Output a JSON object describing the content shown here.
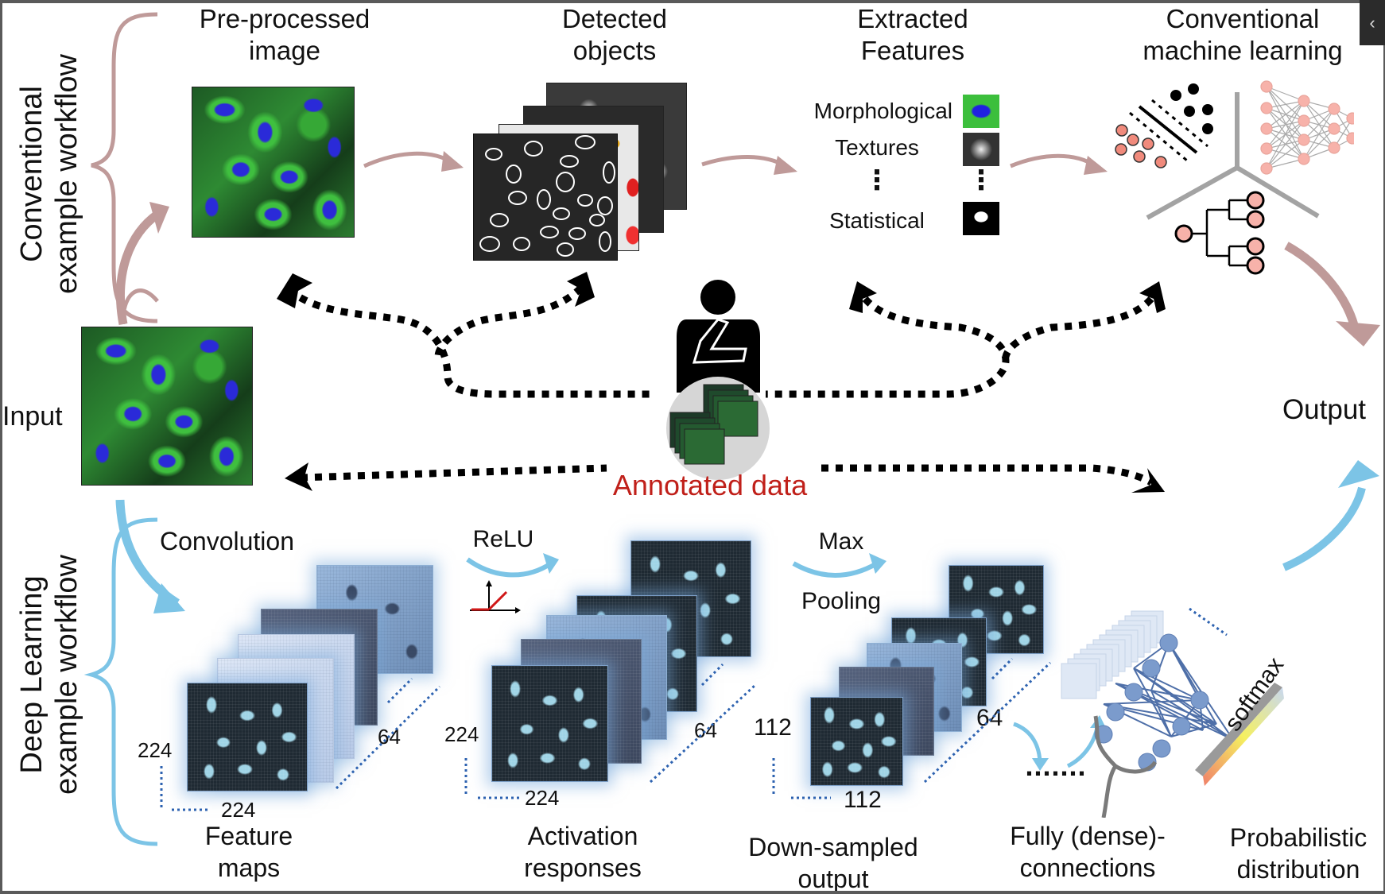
{
  "workflows": {
    "conventional_label": "Conventional example workflow",
    "conventional_label_lines": [
      "Conventional",
      "example workflow"
    ],
    "deep_label_lines": [
      "Deep Learning",
      "example workflow"
    ]
  },
  "conventional": {
    "stages": [
      {
        "title_lines": [
          "Pre-processed",
          "image"
        ]
      },
      {
        "title_lines": [
          "Detected",
          "objects"
        ]
      },
      {
        "title_lines": [
          "Extracted",
          "Features"
        ]
      },
      {
        "title_lines": [
          "Conventional",
          "machine learning"
        ]
      }
    ],
    "features": {
      "items": [
        "Morphological",
        "Textures",
        "Statistical"
      ],
      "ellipsis": "⋮"
    }
  },
  "center": {
    "input_label": "Input",
    "output_label": "Output",
    "annotated_label": "Annotated data",
    "annotated_color": "#c0201a"
  },
  "deep": {
    "convolution_label": "Convolution",
    "relu_label": "ReLU",
    "max_label": "Max",
    "pooling_label": "Pooling",
    "blocks": [
      {
        "title_lines": [
          "Feature",
          "maps"
        ],
        "height": "224",
        "width": "224",
        "depth": "64"
      },
      {
        "title_lines": [
          "Activation",
          "responses"
        ],
        "height": "224",
        "width": "224",
        "depth": "64"
      },
      {
        "title_lines": [
          "Down-sampled",
          "output"
        ],
        "height": "112",
        "width": "112",
        "depth": "64"
      }
    ],
    "dense_title_lines": [
      "Fully (dense)-",
      "connections"
    ],
    "prob_title_lines": [
      "Probabilistic",
      "distribution"
    ],
    "softmax_label": "softmax",
    "ellipsis": "......."
  },
  "colors": {
    "conventional_arrow": "#bf9a99",
    "deep_arrow": "#7cc4e6",
    "dense_node": "#7b9bcc",
    "ml_node": "#f7b2aa",
    "ml_node_dark": "#f08a7c"
  },
  "viewer": {
    "collapse_icon": "‹"
  }
}
